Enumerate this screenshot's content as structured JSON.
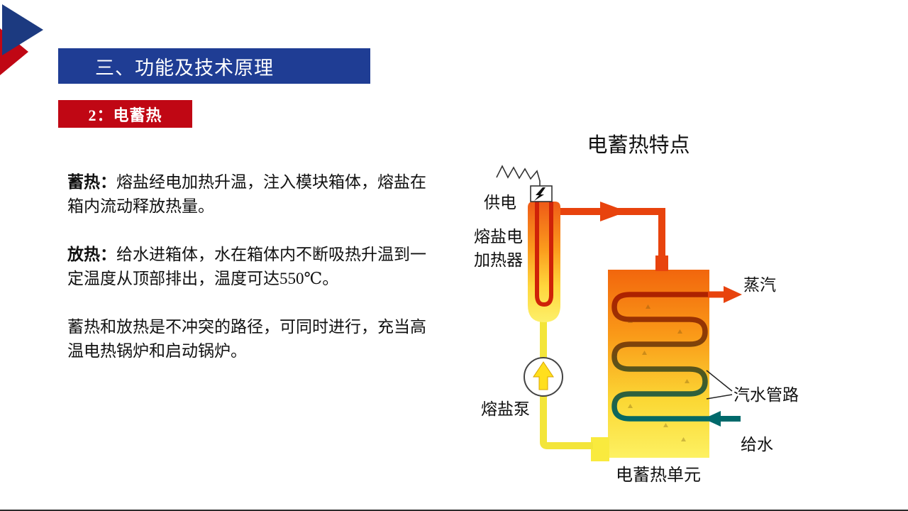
{
  "header": {
    "title": "三、功能及技术原理"
  },
  "badge": {
    "label": "2：电蓄热"
  },
  "paragraphs": [
    {
      "lead": "蓄热：",
      "text": "熔盐经电加热升温，注入模块箱体，熔盐在箱内流动释放热量。"
    },
    {
      "lead": "放热：",
      "text": "给水进箱体，水在箱体内不断吸热升温到一定温度从顶部排出，温度可达550℃。"
    },
    {
      "lead": "",
      "text": "蓄热和放热是不冲突的路径，可同时进行，充当高温电热锅炉和启动锅炉。"
    }
  ],
  "diagram": {
    "title": "电蓄热特点",
    "labels": {
      "power_supply": "供电",
      "heater_line1": "熔盐电",
      "heater_line2": "加热器",
      "pump": "熔盐泵",
      "storage_unit": "电蓄热单元",
      "steam": "蒸汽",
      "steam_water_pipeline": "汽水管路",
      "feed_water": "给水"
    }
  },
  "colors": {
    "header_blue": "#1f3d94",
    "badge_red": "#c00714",
    "hot_pipe_red": "#e8430d",
    "molten_salt_yellow": "#f3e53a",
    "feed_water_teal": "#00696b"
  }
}
